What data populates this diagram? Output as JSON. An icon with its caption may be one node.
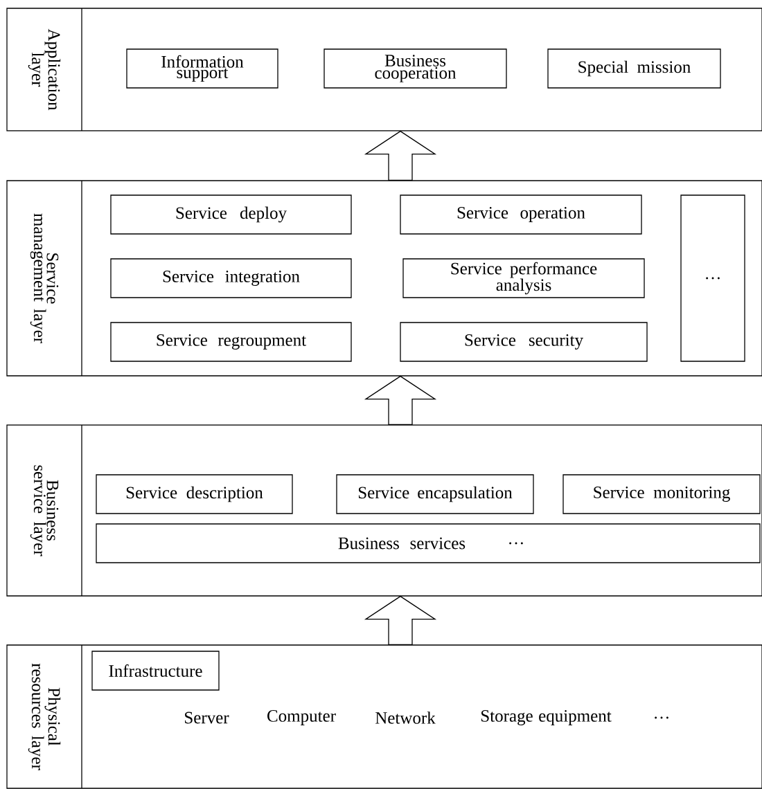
{
  "diagram": {
    "nodes": [
      {
        "text": [
          "Application layer"
        ]
      },
      {
        "text": [
          "Information support"
        ],
        "in": 0
      },
      {
        "text": [
          "Business cooperation"
        ],
        "in": 0
      },
      {
        "text": [
          "Special mission"
        ],
        "in": 0
      },
      {
        "text": [
          "Service management layer"
        ]
      },
      {
        "text": [
          "Service deploy"
        ],
        "in": 4
      },
      {
        "text": [
          "Service operation"
        ],
        "in": 4
      },
      {
        "text": [
          "Service integration"
        ],
        "in": 4
      },
      {
        "text": [
          "Service performance analysis"
        ],
        "in": 4
      },
      {
        "text": [
          "Service regroupment"
        ],
        "in": 4
      },
      {
        "text": [
          "Service security"
        ],
        "in": 4
      },
      {
        "text": [
          "…"
        ],
        "in": 4
      },
      {
        "text": [
          "Business service layer"
        ]
      },
      {
        "text": [
          "Service description"
        ],
        "in": 12
      },
      {
        "text": [
          "Service encapsulation"
        ],
        "in": 12
      },
      {
        "text": [
          "Service monitoring"
        ],
        "in": 12
      },
      {
        "text": [
          "Business services",
          "…"
        ],
        "in": 12
      },
      {
        "text": [
          "Physical resources layer"
        ]
      },
      {
        "text": [
          "Infrastructure"
        ],
        "in": 17
      }
    ],
    "edges": [
      {
        "from": 4,
        "to": 0,
        "arrow": "to"
      },
      {
        "from": 12,
        "to": 4,
        "arrow": "to"
      },
      {
        "from": 17,
        "to": 12,
        "arrow": "to"
      }
    ],
    "labels": [
      "Server",
      "Computer",
      "Network",
      "Storage equipment",
      "…"
    ]
  }
}
